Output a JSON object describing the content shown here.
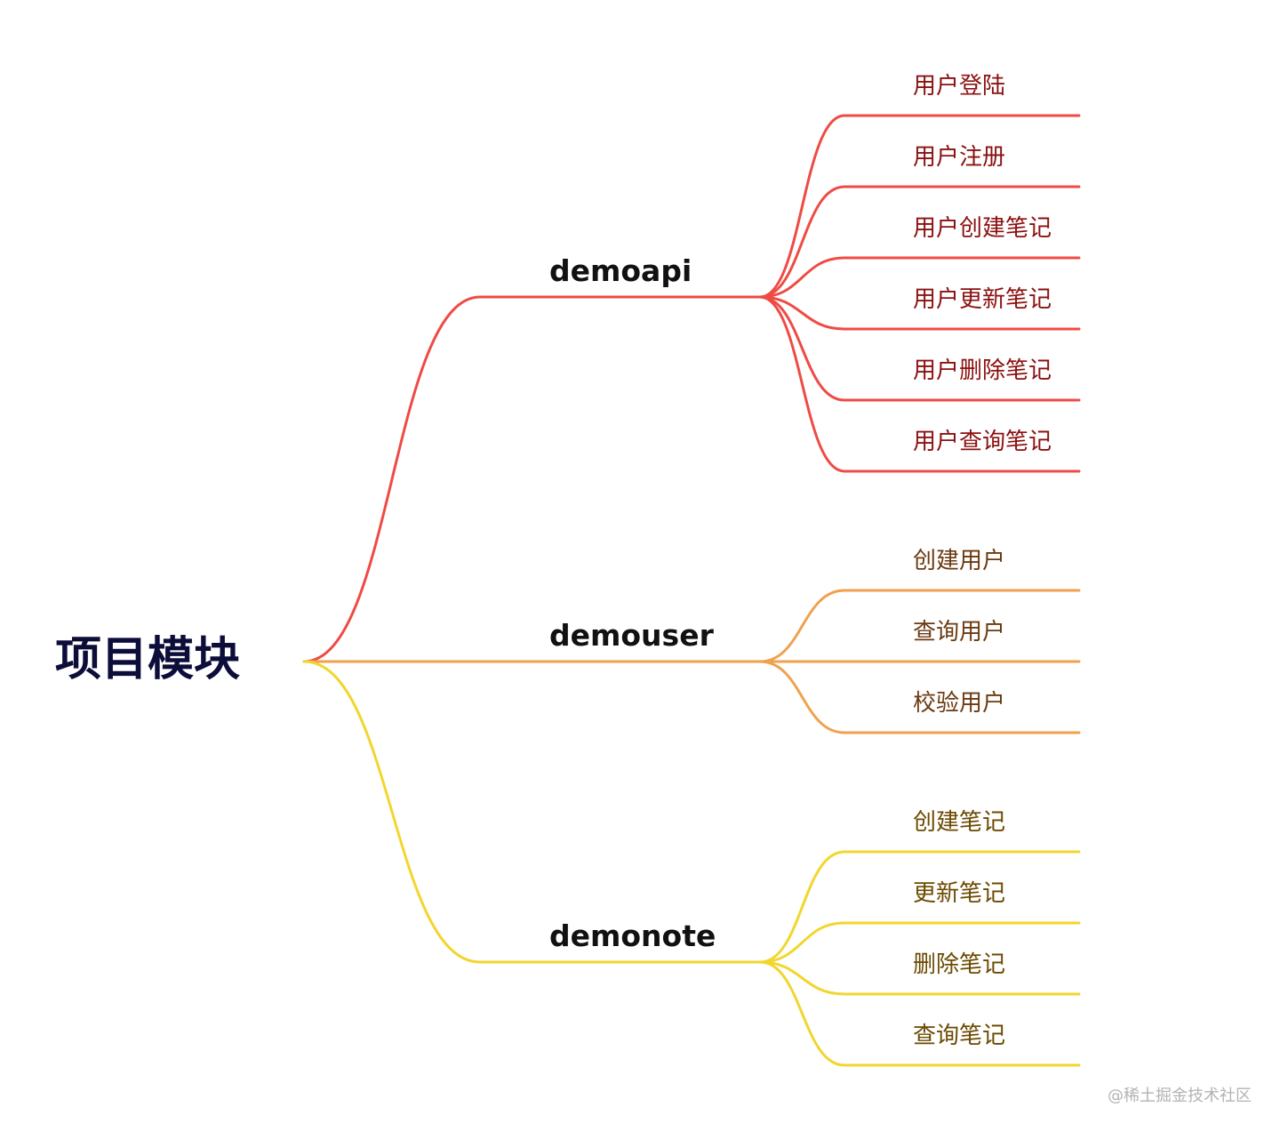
{
  "root": {
    "label": "项目模块",
    "color": "#0d0d3a"
  },
  "branches": [
    {
      "id": "demoapi",
      "label": "demoapi",
      "color": "#ef4b45",
      "leaf_text_color": "#8b1010",
      "leaves": [
        "用户登陆",
        "用户注册",
        "用户创建笔记",
        "用户更新笔记",
        "用户删除笔记",
        "用户查询笔记"
      ]
    },
    {
      "id": "demouser",
      "label": "demouser",
      "color": "#f0a14e",
      "leaf_text_color": "#6b3a10",
      "leaves": [
        "创建用户",
        "查询用户",
        "校验用户"
      ]
    },
    {
      "id": "demonote",
      "label": "demonote",
      "color": "#f2d62e",
      "leaf_text_color": "#6b4a00",
      "leaves": [
        "创建笔记",
        "更新笔记",
        "删除笔记",
        "查询笔记"
      ]
    }
  ],
  "watermark": "@稀土掘金技术社区"
}
